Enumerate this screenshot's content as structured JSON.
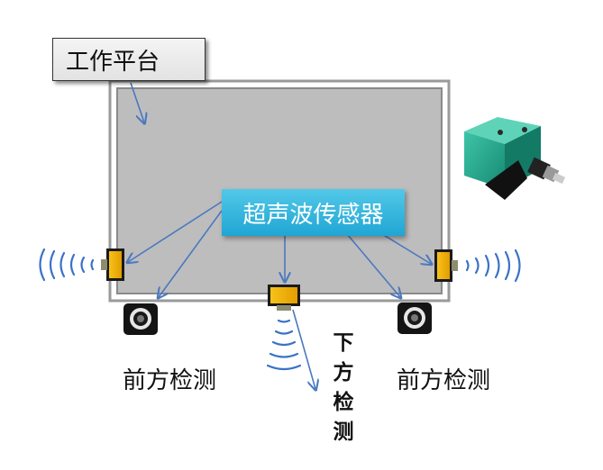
{
  "platform": {
    "label": "工作平台"
  },
  "sensor": {
    "label": "超声波传感器"
  },
  "captions": {
    "front_left": "前方检测",
    "front_right": "前方检测",
    "down": [
      "下",
      "方",
      "检",
      "测"
    ]
  },
  "colors": {
    "platform_fill": "#bdbdbd",
    "sensor_box": "#2ab0da",
    "arrow": "#4a78c0",
    "wave": "#3a72c8",
    "sensor_body": "#f2b20a"
  },
  "icons": [
    "ultrasonic-sensor-icon",
    "wheel-icon",
    "sensor-photo-icon",
    "sound-wave-icon"
  ]
}
